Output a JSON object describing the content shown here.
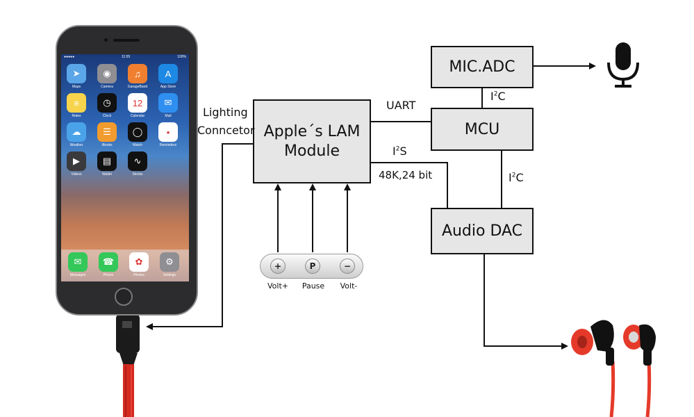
{
  "boxes": {
    "mic_adc": "MIC.ADC",
    "mcu": "MCU",
    "audio_dac": "Audio DAC",
    "lam_line1": "Apple´s LAM",
    "lam_line2": "Module"
  },
  "labels": {
    "lighting": "Lighting",
    "connector": "Conncetor",
    "uart": "UART",
    "i2c_top": "I",
    "i2c_bottom": "I",
    "i2c_sup": "2",
    "i2c_c": "C",
    "i2s_i": "I",
    "i2s_sup": "2",
    "i2s_s": "S",
    "rate": "48K,24 bit"
  },
  "remote": {
    "volt_up_symbol": "+",
    "pause_symbol": "P",
    "volt_down_symbol": "−",
    "volt_up_label": "Volt+",
    "pause_label": "Pause",
    "volt_down_label": "Volt-"
  },
  "phone": {
    "time": "11:55",
    "battery": "100%",
    "apps": [
      {
        "name": "Maps",
        "color": "#5aa6e8",
        "glyph": "➤"
      },
      {
        "name": "Camera",
        "color": "#8e8e93",
        "glyph": "◉"
      },
      {
        "name": "GarageBand",
        "color": "#f08030",
        "glyph": "♫"
      },
      {
        "name": "App Store",
        "color": "#1e88e5",
        "glyph": "A"
      },
      {
        "name": "Notes",
        "color": "#f7d44c",
        "glyph": "≡"
      },
      {
        "name": "Clock",
        "color": "#111111",
        "glyph": "◷"
      },
      {
        "name": "Calendar",
        "color": "#ffffff",
        "glyph": "12"
      },
      {
        "name": "Mail",
        "color": "#2f8ff0",
        "glyph": "✉"
      },
      {
        "name": "Weather",
        "color": "#4aa3e8",
        "glyph": "☁"
      },
      {
        "name": "iBooks",
        "color": "#f29b2e",
        "glyph": "☰"
      },
      {
        "name": "Watch",
        "color": "#111111",
        "glyph": "◯"
      },
      {
        "name": "Reminders",
        "color": "#ffffff",
        "glyph": "•"
      },
      {
        "name": "Videos",
        "color": "#3a3a3c",
        "glyph": "▶"
      },
      {
        "name": "Wallet",
        "color": "#111111",
        "glyph": "▤"
      },
      {
        "name": "Stocks",
        "color": "#111111",
        "glyph": "∿"
      }
    ],
    "dock": [
      {
        "name": "Messages",
        "color": "#34c759",
        "glyph": "✉"
      },
      {
        "name": "Phone",
        "color": "#34c759",
        "glyph": "☎"
      },
      {
        "name": "Photos",
        "color": "#ffffff",
        "glyph": "✿"
      },
      {
        "name": "Settings",
        "color": "#8e8e93",
        "glyph": "⚙"
      }
    ]
  },
  "colors": {
    "box_fill": "#e6e6e6",
    "line": "#111111",
    "cable_red": "#d42a22",
    "earbud_red": "#e53a2a"
  }
}
